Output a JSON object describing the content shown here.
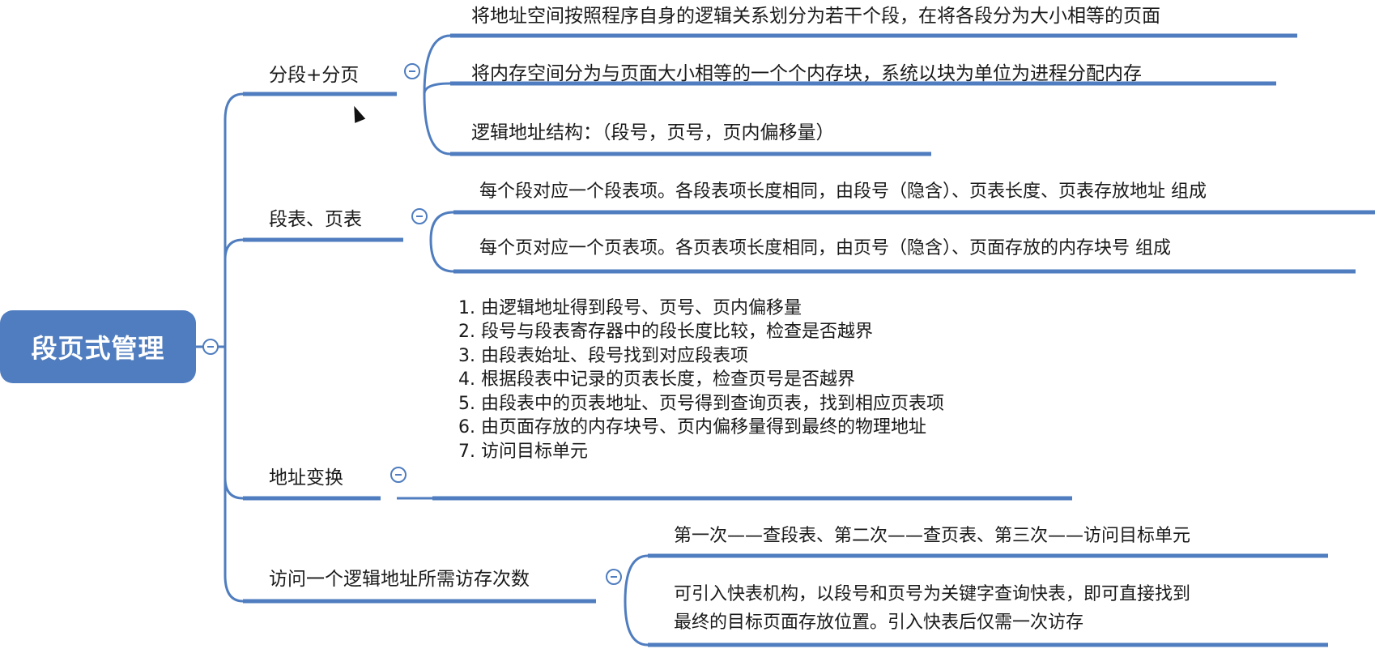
{
  "root": {
    "title": "段页式管理"
  },
  "branches": [
    {
      "label": "分段+分页",
      "children": [
        "将地址空间按照程序自身的逻辑关系划分为若干个段，在将各段分为大小相等的页面",
        "将内存空间分为与页面大小相等的一个个内存块，系统以块为单位为进程分配内存",
        "逻辑地址结构：（段号，页号，页内偏移量）"
      ]
    },
    {
      "label": "段表、页表",
      "children": [
        "每个段对应一个段表项。各段表项长度相同，由段号（隐含）、页表长度、页表存放地址 组成",
        "每个页对应一个页表项。各页表项长度相同，由页号（隐含）、页面存放的内存块号 组成"
      ]
    },
    {
      "label": "地址变换",
      "steps": [
        "1. 由逻辑地址得到段号、页号、页内偏移量",
        "2. 段号与段表寄存器中的段长度比较，检查是否越界",
        "3. 由段表始址、段号找到对应段表项",
        "4. 根据段表中记录的页表长度，检查页号是否越界",
        "5. 由段表中的页表地址、页号得到查询页表，找到相应页表项",
        "6. 由页面存放的内存块号、页内偏移量得到最终的物理地址",
        "7. 访问目标单元"
      ]
    },
    {
      "label": "访问一个逻辑地址所需访存次数",
      "children": [
        "第一次——查段表、第二次——查页表、第三次——访问目标单元",
        "可引入快表机构，以段号和页号为关键字查询快表，即可直接找到",
        "最终的目标页面存放位置。引入快表后仅需一次访存"
      ]
    }
  ],
  "colors": {
    "line": "#4f7dbf",
    "root_bg": "#4f7dbf"
  },
  "icons": [
    "collapse-icon",
    "mouse-cursor-icon"
  ]
}
